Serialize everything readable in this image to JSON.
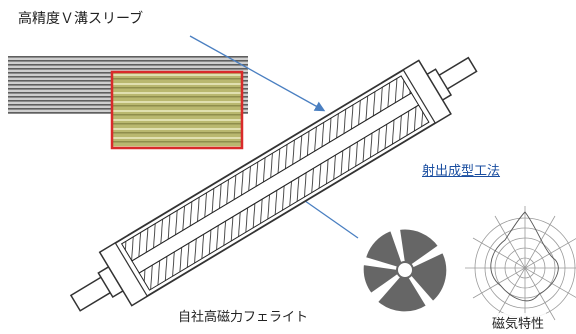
{
  "labels": {
    "sleeve": "高精度Ｖ溝スリーブ",
    "injection_method": "射出成型工法",
    "ferrite": "自社高磁力フェライト",
    "magnetic_property": "磁気特性"
  },
  "colors": {
    "stripes_dark": "#5a5a5a",
    "stripes_light": "#c9c9c9",
    "zoom_frame": "#d92b2b",
    "zoom_fill": "#c2c27a",
    "arrow": "#4a7fc1",
    "roller_line": "#333333",
    "rotor_fill": "#666666",
    "polar_line": "#9a9a9a"
  }
}
